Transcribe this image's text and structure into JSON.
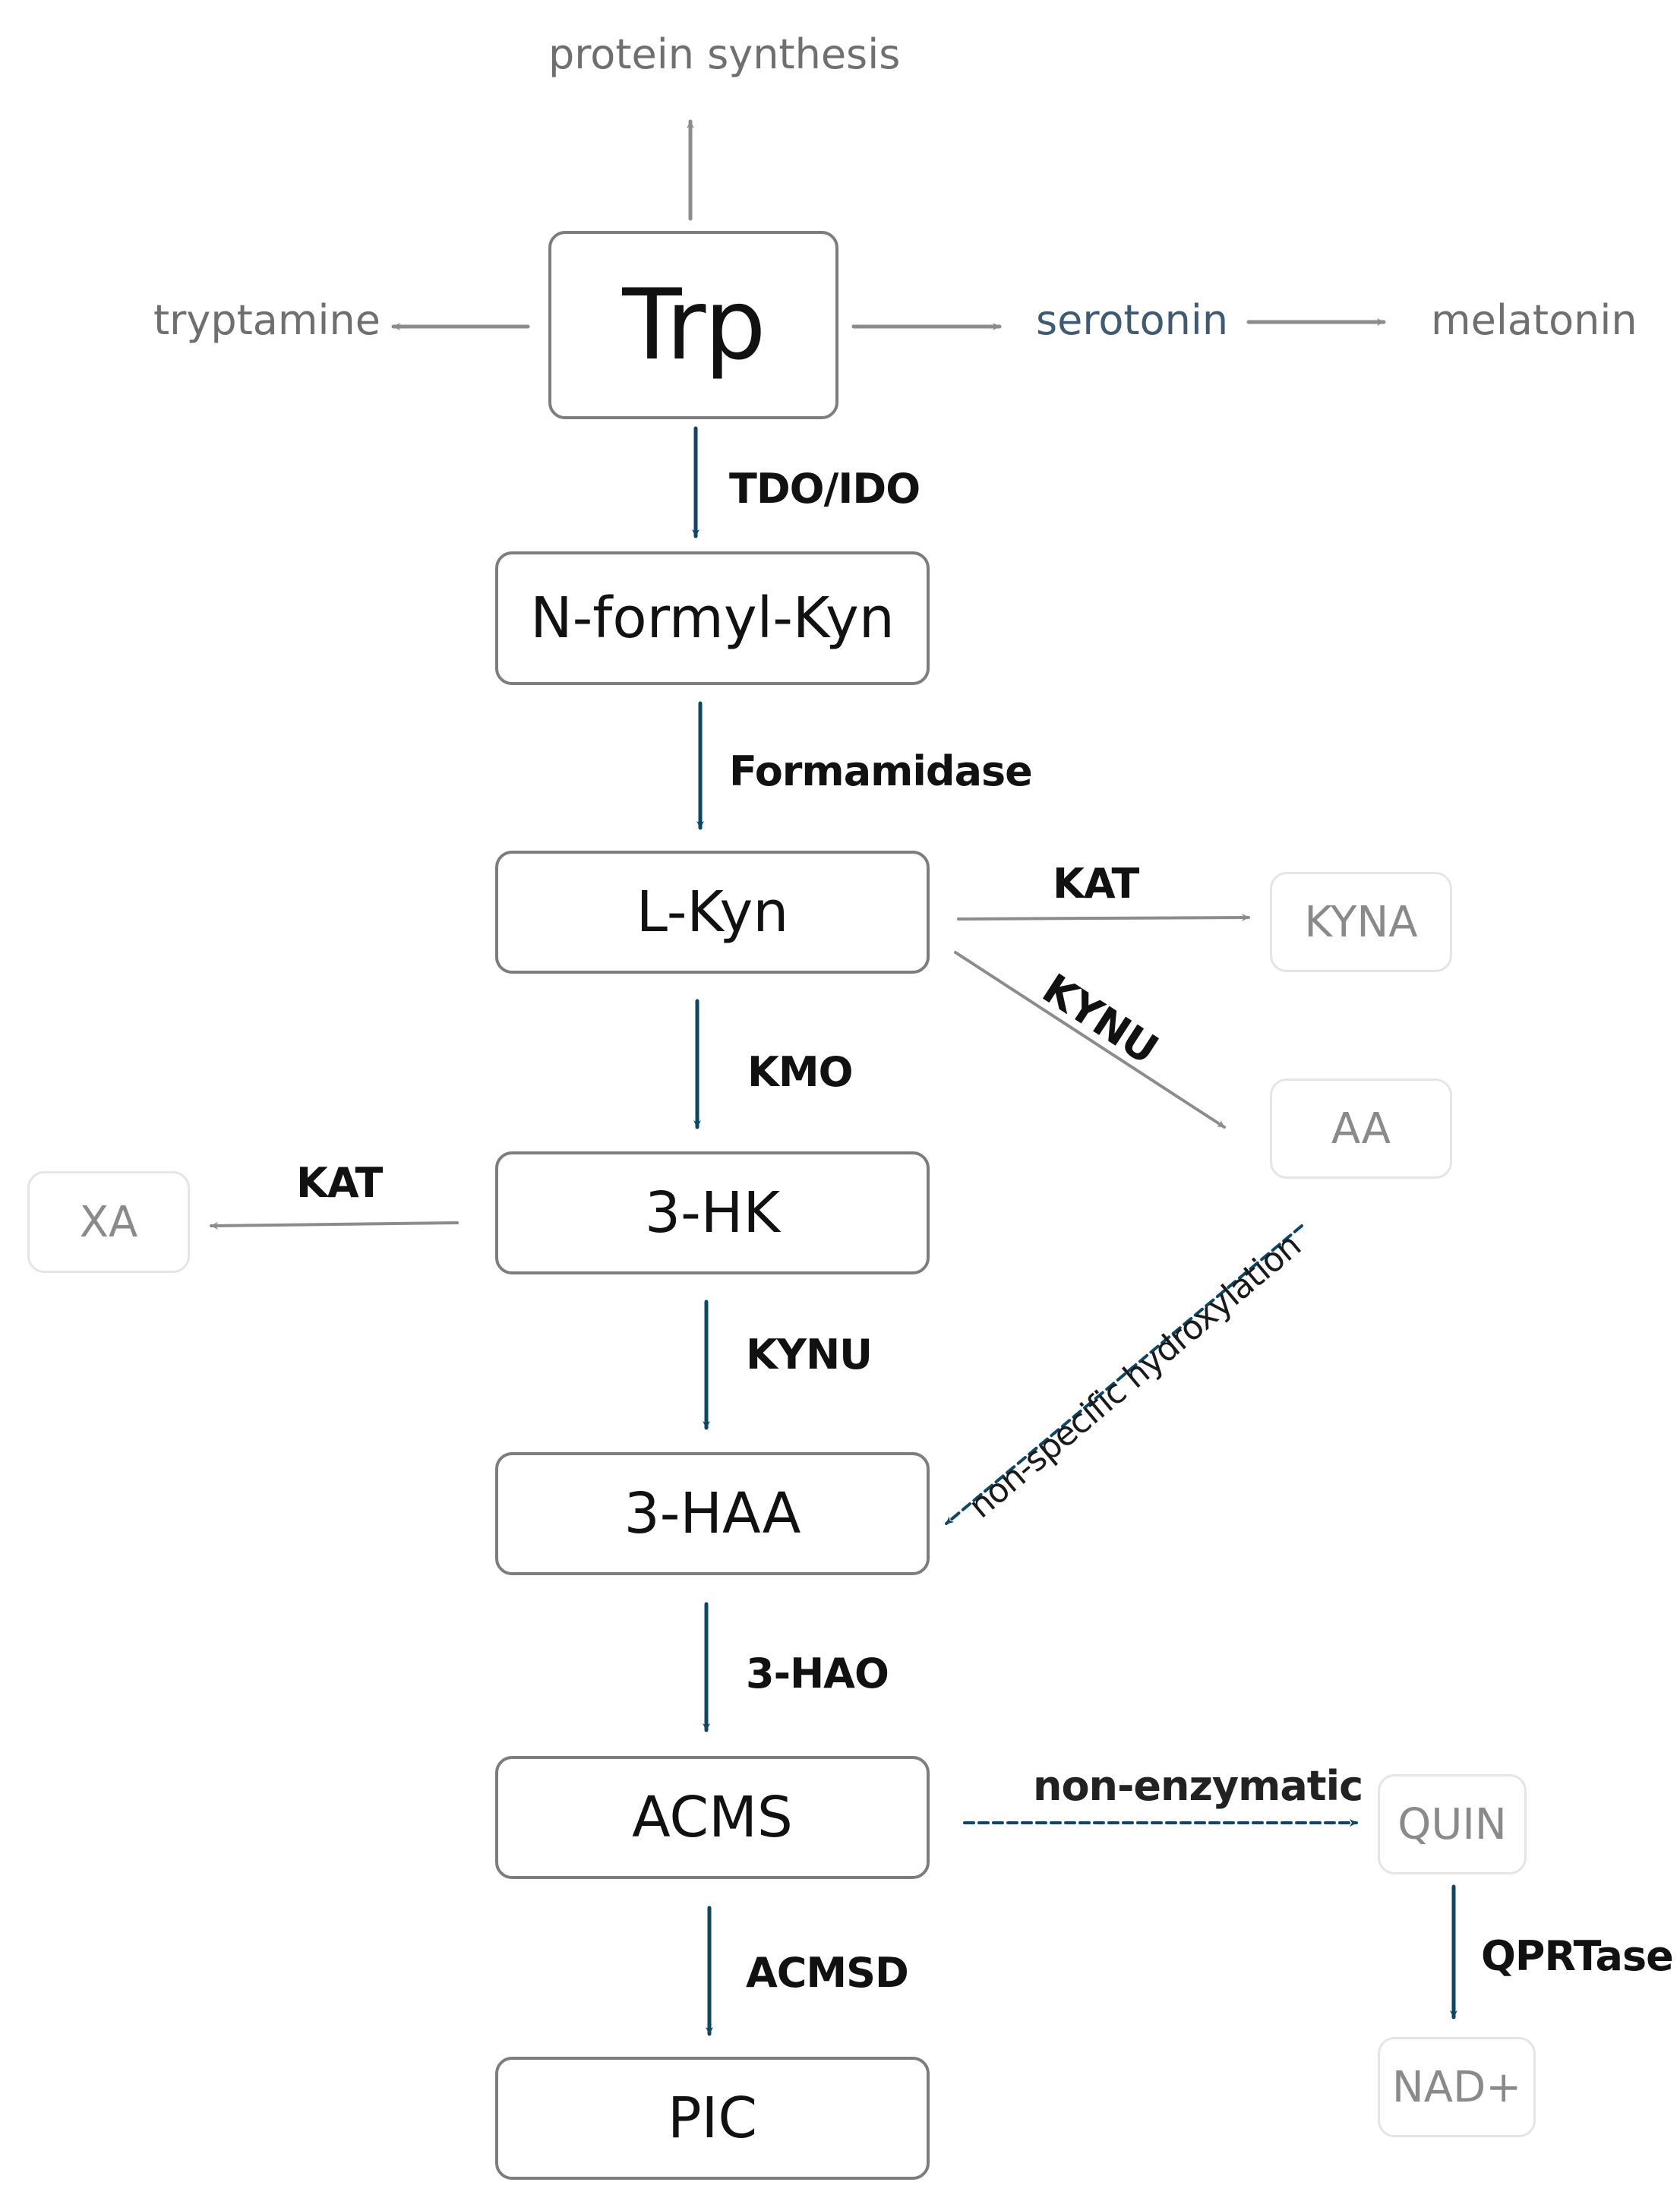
{
  "nodes": {
    "trp": "Trp",
    "n_formyl_kyn": "N-formyl-Kyn",
    "l_kyn": "L-Kyn",
    "hk3": "3-HK",
    "haa3": "3-HAA",
    "acms": "ACMS",
    "pic": "PIC",
    "kyna": "KYNA",
    "aa": "AA",
    "xa": "XA",
    "quin": "QUIN",
    "nad": "NAD+"
  },
  "metabolites": {
    "protein_synthesis": "protein synthesis",
    "tryptamine": "tryptamine",
    "serotonin": "serotonin",
    "melatonin": "melatonin"
  },
  "enzymes": {
    "tdo_ido": "TDO/IDO",
    "formamidase": "Formamidase",
    "kat_kyna": "KAT",
    "kynu_aa": "KYNU",
    "kmo": "KMO",
    "kat_xa": "KAT",
    "kynu_3haa": "KYNU",
    "nonspecific": "non-specific  hydroxylation",
    "hao3": "3-HAO",
    "nonenzymatic": "non-enzymatic",
    "acmsd": "ACMSD",
    "qprtase": "QPRTase"
  },
  "colors": {
    "main_arrow": "#0e4766",
    "side_arrow": "#8c8c8c",
    "main_border": "#7d7d7d",
    "side_border": "#e5e5e5",
    "serotonin_text": "#3f5a73"
  }
}
